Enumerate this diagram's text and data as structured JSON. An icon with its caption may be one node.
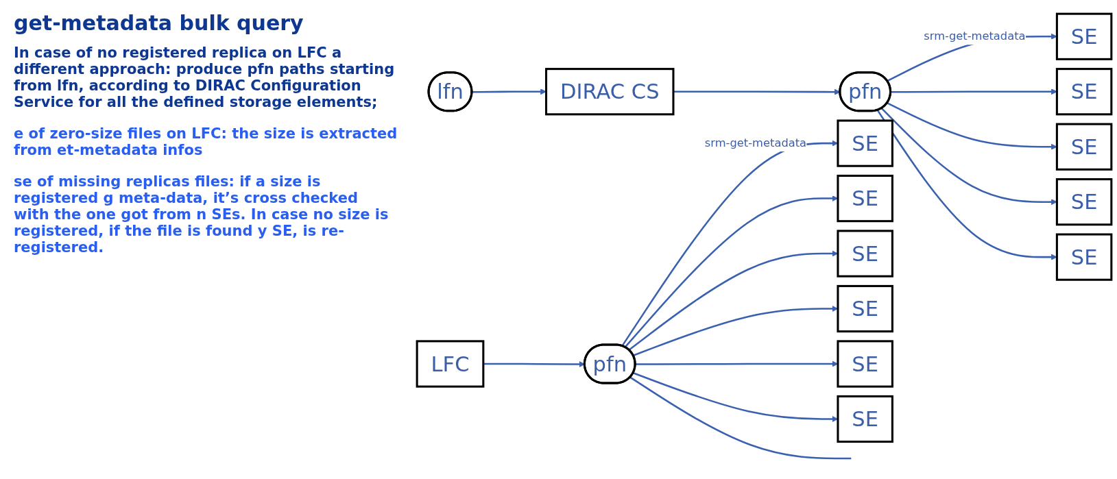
{
  "diagram": {
    "title": "get-metadata bulk query",
    "nodes": [
      {
        "text": [
          "LFC"
        ]
      },
      {
        "text": [
          "pfn"
        ]
      },
      {
        "text": [
          "lfn"
        ]
      },
      {
        "text": [
          "DIRAC CS"
        ]
      },
      {
        "text": [
          "pfn"
        ]
      },
      {
        "text": [
          "SE"
        ]
      },
      {
        "text": [
          "SE"
        ]
      },
      {
        "text": [
          "SE"
        ]
      },
      {
        "text": [
          "SE"
        ]
      },
      {
        "text": [
          "SE"
        ]
      },
      {
        "text": [
          "SE"
        ]
      },
      {
        "text": [
          "SE"
        ]
      },
      {
        "text": [
          "SE"
        ]
      },
      {
        "text": [
          "SE"
        ]
      },
      {
        "text": [
          "SE"
        ]
      },
      {
        "text": [
          "SE"
        ]
      }
    ],
    "edges": [
      {
        "from": 0,
        "to": 1,
        "arrow": "to"
      },
      {
        "from": 1,
        "to": 5,
        "arrow": "to",
        "label": "srm-get-metadata"
      },
      {
        "from": 1,
        "to": 6,
        "arrow": "to"
      },
      {
        "from": 1,
        "to": 7,
        "arrow": "to"
      },
      {
        "from": 1,
        "to": 8,
        "arrow": "to"
      },
      {
        "from": 1,
        "to": 9,
        "arrow": "to"
      },
      {
        "from": 1,
        "to": 10,
        "arrow": "to"
      },
      {
        "from": 1,
        "to": null,
        "arrow": "none"
      },
      {
        "from": 2,
        "to": 3,
        "arrow": "to"
      },
      {
        "from": 3,
        "to": 4,
        "arrow": "to"
      },
      {
        "from": 4,
        "to": 11,
        "arrow": "to",
        "label": "srm-get-metadata"
      },
      {
        "from": 4,
        "to": 12,
        "arrow": "to"
      },
      {
        "from": 4,
        "to": 13,
        "arrow": "to"
      },
      {
        "from": 4,
        "to": 14,
        "arrow": "to"
      },
      {
        "from": 4,
        "to": 15,
        "arrow": "to"
      }
    ],
    "labels": [
      "In case of no registered replica on LFC a different approach: produce pfn paths starting from lfn, according to DIRAC Configuration Service for all the defined storage elements;",
      "e of zero-size files on LFC: the size is extracted from et-metadata infos",
      "se of missing replicas files: if a size is registered g meta-data, it’s cross checked with the one got from n SEs. In case no size is registered, if the file is found y SE, is re-registered."
    ]
  }
}
